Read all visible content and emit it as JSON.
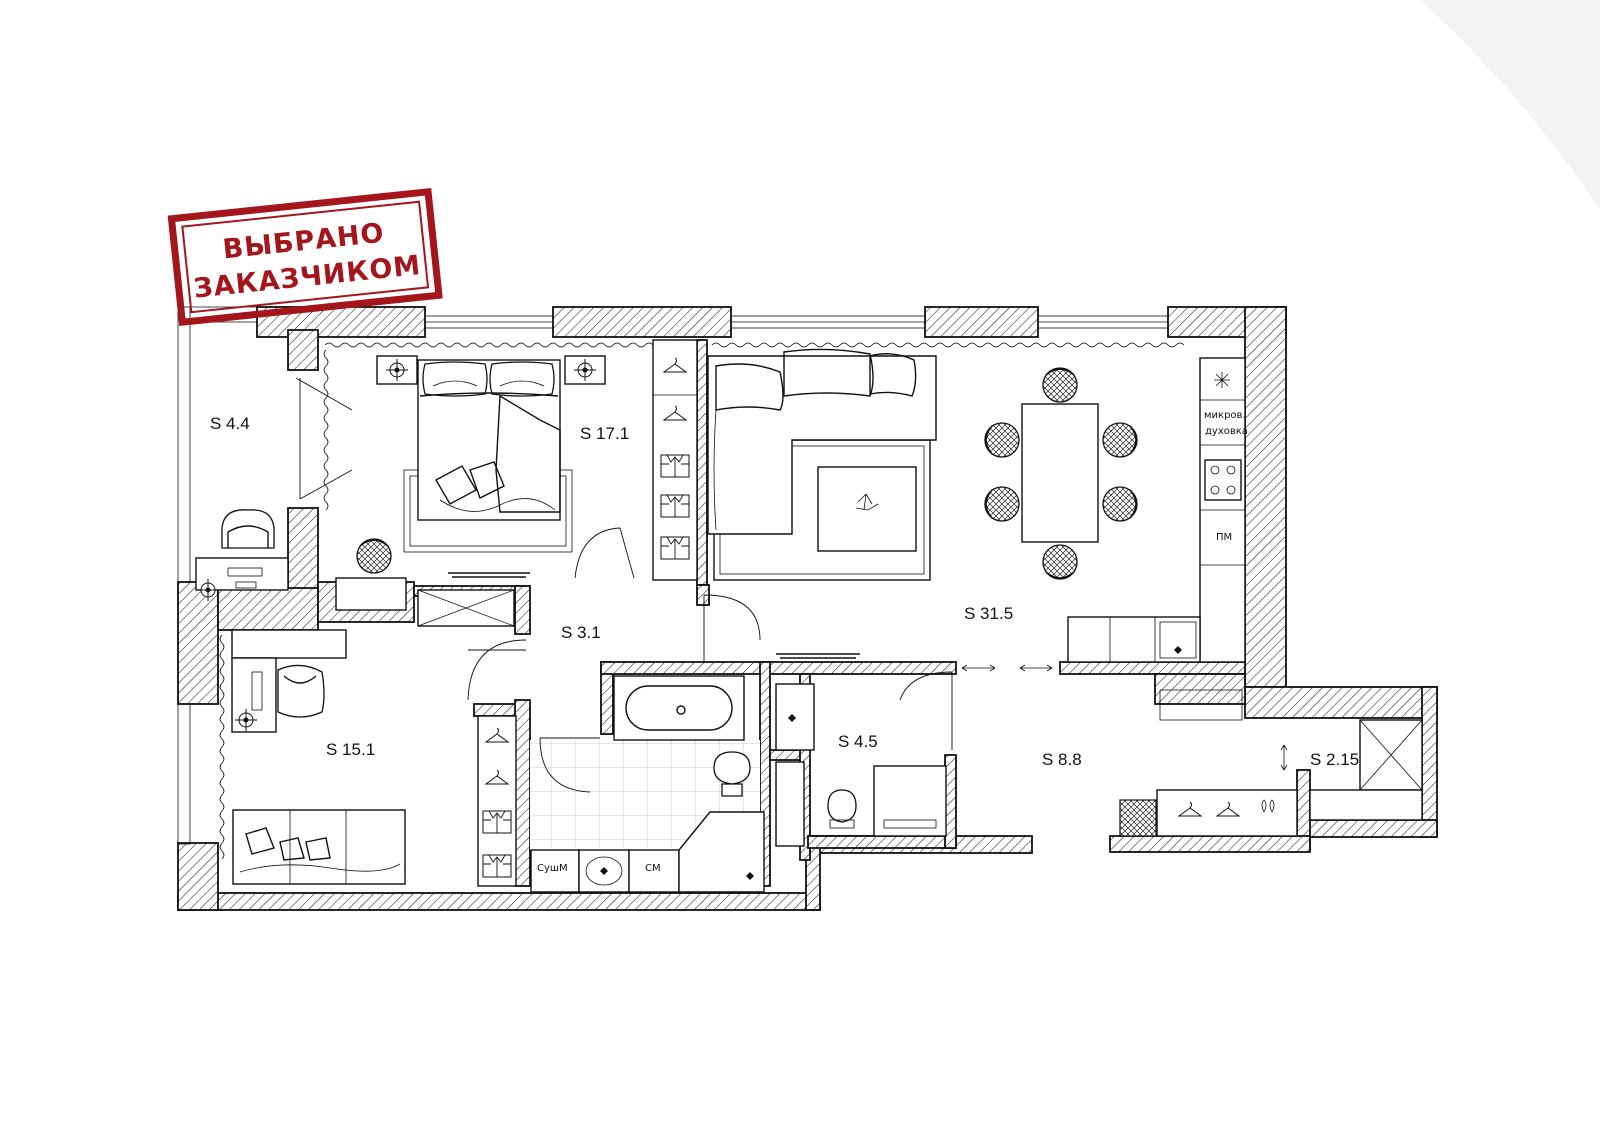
{
  "stamp": {
    "line1": "ВЫБРАНО",
    "line2": "ЗАКАЗЧИКОМ",
    "color": "#a5151c"
  },
  "rooms": {
    "balcony": "S 4.4",
    "bedroom": "S 17.1",
    "corridor_small": "S 3.1",
    "living_kitchen": "S 31.5",
    "study_bedroom": "S 15.1",
    "bathroom": "S 4.5",
    "hallway": "S 8.8",
    "storage": "S 2.15"
  },
  "appliances": {
    "microwave": "микров.",
    "oven": "духовка",
    "dishwasher": "ПМ",
    "dryer": "СушМ",
    "washer": "СМ"
  },
  "colors": {
    "wall_line": "#111111",
    "background": "#ffffff"
  }
}
